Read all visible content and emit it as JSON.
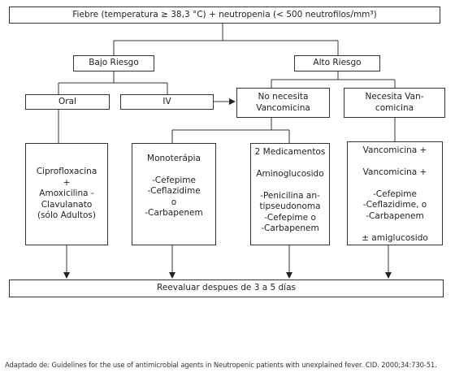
{
  "flowchart": {
    "title_box": "Fiebre (temperatura ≥ 38,3 °C) + neutropenia (< 500 neutrofilos/mm³)",
    "bajo_riesgo": "Bajo Riesgo",
    "alto_riesgo": "Alto Riesgo",
    "oral": "Oral",
    "iv": "IV",
    "no_necesita": "No necesita\nVancomicina",
    "necesita": "Necesita Van-\ncomicina",
    "oral_regimen": "Ciprofloxacina\n+\nAmoxicilina -\nClavulanato\n(sólo Adultos)",
    "monoterapia": "Monoterápia\n\n-Cefepime\n-Ceflazidime\no\n-Carbapenem",
    "dos_medicamentos": "2 Medicamentos\n\nAminoglucosido\n\n-Penicilina an-\ntipseudonoma\n-Cefepime o\n-Carbapenem",
    "vancomicina": "Vancomicina +\n\nVancomicina +\n\n-Cefepime\n-Ceflazidime, o\n-Carbapenem\n\n± amiglucosido",
    "reevaluar": "Reevaluar despues de 3 a 5 días"
  },
  "caption": "Adaptado de: Guidelines for the use of antimicrobial agents in Neutropenic patients with unexplained fever. CID. 2000;34:730-51."
}
